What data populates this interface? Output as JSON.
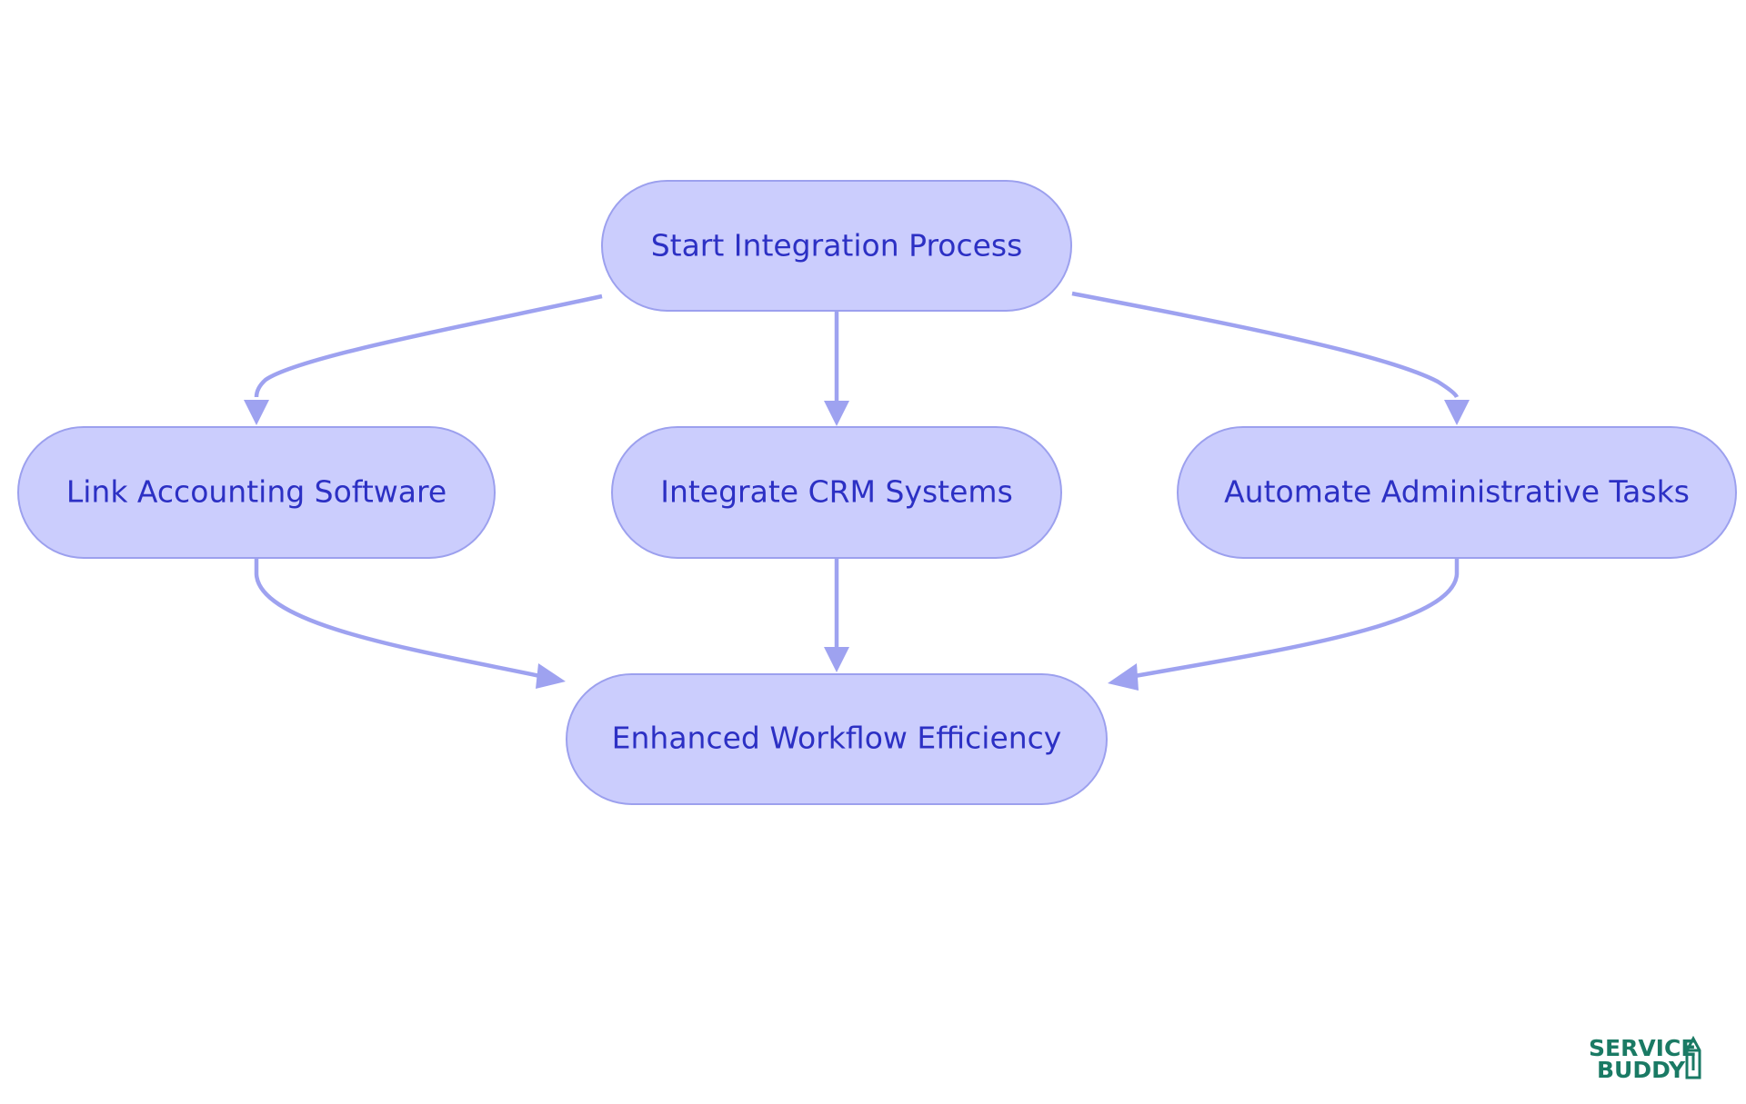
{
  "nodes": {
    "start": "Start Integration Process",
    "link_accounting": "Link Accounting Software",
    "integrate_crm": "Integrate CRM Systems",
    "automate_tasks": "Automate Administrative Tasks",
    "efficiency": "Enhanced Workflow Efficiency"
  },
  "edges": [
    {
      "from": "start",
      "to": "link_accounting"
    },
    {
      "from": "start",
      "to": "integrate_crm"
    },
    {
      "from": "start",
      "to": "automate_tasks"
    },
    {
      "from": "link_accounting",
      "to": "efficiency"
    },
    {
      "from": "integrate_crm",
      "to": "efficiency"
    },
    {
      "from": "automate_tasks",
      "to": "efficiency"
    }
  ],
  "logo": {
    "line1": "SERVICE",
    "line2": "BUDDY"
  },
  "colors": {
    "node_fill": "#cbcdfd",
    "node_border": "#9ca0ee",
    "node_text": "#2c30c4",
    "edge": "#9ea2f0",
    "logo": "#1a7a64"
  }
}
